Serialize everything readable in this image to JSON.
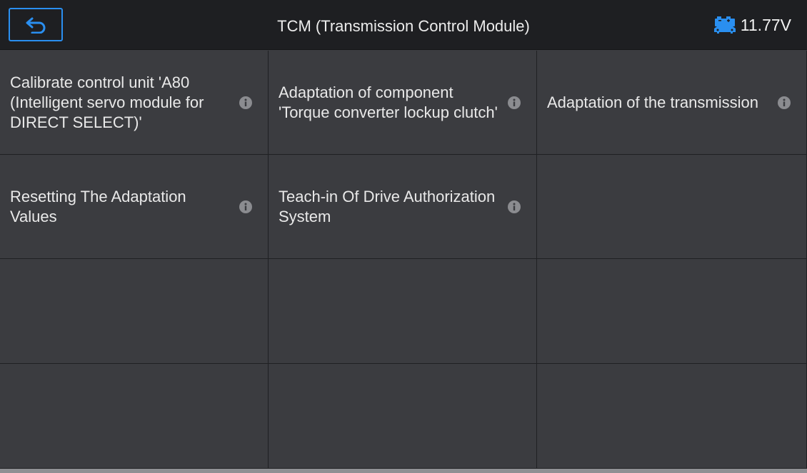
{
  "header": {
    "title": "TCM (Transmission Control Module)",
    "voltage": "11.77V",
    "back_icon": "back-arrow-icon",
    "battery_icon": "car-battery-icon",
    "accent_color": "#2a8ff0"
  },
  "functions": [
    {
      "label": "Calibrate control unit 'A80 (Intelligent servo module for DIRECT SELECT)'"
    },
    {
      "label": "Adaptation of component 'Torque converter lockup clutch'"
    },
    {
      "label": "Adaptation of the transmission"
    },
    {
      "label": "Resetting The Adaptation Values"
    },
    {
      "label": "Teach-in Of Drive Authorization System"
    }
  ]
}
